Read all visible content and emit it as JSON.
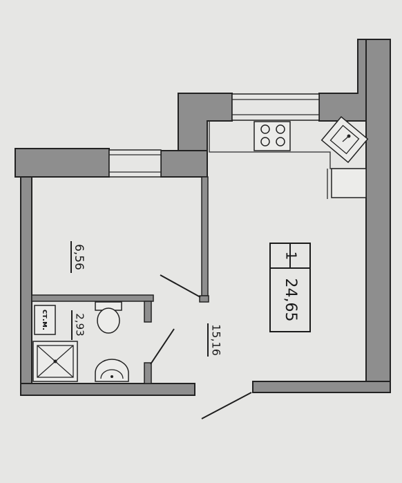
{
  "plan": {
    "apartment_rooms": "1",
    "apartment_area": "24,65",
    "rooms": [
      {
        "id": "room-left",
        "area": "6,56"
      },
      {
        "id": "bathroom",
        "area": "2,93"
      },
      {
        "id": "main-room",
        "area": "15,16"
      }
    ],
    "toilet_label": "ст.м."
  }
}
